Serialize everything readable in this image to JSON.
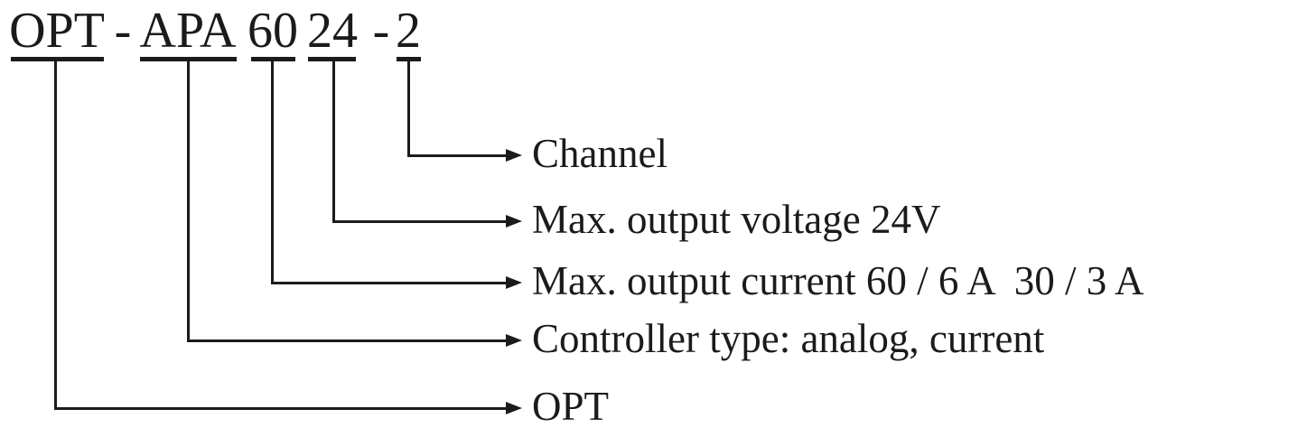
{
  "part_number": {
    "full": "OPT - APA 60 24 - 2",
    "segments": [
      "OPT",
      "-",
      "APA",
      "60",
      "24",
      "-",
      "2"
    ]
  },
  "callouts": [
    {
      "code": "2",
      "label": "Channel"
    },
    {
      "code": "24",
      "label": "Max. output voltage 24V"
    },
    {
      "code": "60",
      "label": "Max. output current 60 / 6 A  30 / 3 A"
    },
    {
      "code": "APA",
      "label": "Controller type: analog, current"
    },
    {
      "code": "OPT",
      "label": "OPT"
    }
  ],
  "colors": {
    "ink": "#1b1b1b",
    "background": "#ffffff"
  }
}
